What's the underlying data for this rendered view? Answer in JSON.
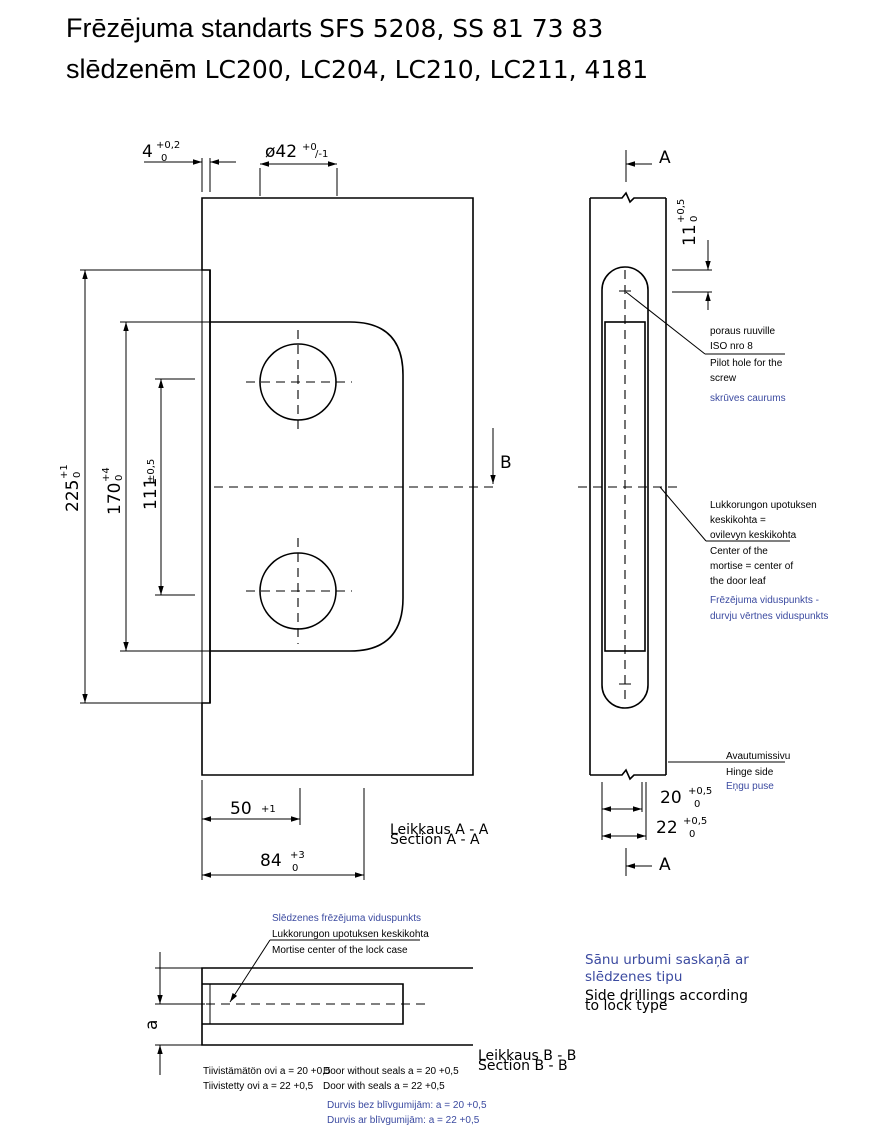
{
  "title": {
    "line1_bold": "Frēzējuma standarts",
    "line1_code": "SFS 5208, SS 81 73 83",
    "line2_bold": "slēdzenēm",
    "line2_code": "LC200, LC204, LC210, LC211, 4181"
  },
  "front_view": {
    "dim_4_base": "4",
    "dim_4_tol_up": "+0,2",
    "dim_4_tol_low": "0",
    "dim_42_base": "ø42",
    "dim_42_tol_up": "+0",
    "dim_42_tol_low": "/-1",
    "dim_225_base": "225",
    "dim_225_tol_up": "+1",
    "dim_225_tol_low": "0",
    "dim_170_base": "170",
    "dim_170_tol_up": "+4",
    "dim_170_tol_low": "0",
    "dim_111": "111",
    "dim_111_tol": "±0,5",
    "dim_50": "50",
    "dim_50_tol": "+1",
    "dim_84_base": "84",
    "dim_84_tol_up": "+3",
    "dim_84_tol_low": "0",
    "marker_b": "B",
    "section_aa_fi": "Leikkaus  A  -  A",
    "section_aa_en": "Section  A  -  A"
  },
  "side_view": {
    "marker_a_top": "A",
    "marker_a_bottom": "A",
    "dim_11_base": "11",
    "dim_11_tol_up": "+0,5",
    "dim_11_tol_low": "0",
    "dim_20_base": "20",
    "dim_20_tol_up": "+0,5",
    "dim_20_tol_low": "0",
    "dim_22_base": "22",
    "dim_22_tol_up": "+0,5",
    "dim_22_tol_low": "0",
    "pilot_notes": [
      "poraus ruuville",
      "ISO nro 8",
      "Pilot hole for the",
      "screw"
    ],
    "pilot_note_lv": "skrūves caurums",
    "center_notes": [
      "Lukkorungon upotuksen",
      "keskikohta =",
      "ovilevyn keskikohta",
      "Center of the",
      "mortise = center of",
      "the door leaf"
    ],
    "center_notes_lv": [
      "Frēzējuma viduspunkts -",
      "durvju vērtnes viduspunkts"
    ],
    "hinge_notes": [
      "Avautumissivu",
      "Hinge side"
    ],
    "hinge_note_lv": "Eņgu puse"
  },
  "section_bb": {
    "note_lv": "Slēdzenes frēzējuma viduspunkts",
    "note_fi": "Lukkorungon upotuksen keskikohta",
    "note_en": "Mortise center of the lock case",
    "dim_a": "a",
    "seal_fi_1": "Tiivistämätön ovi a = 20 +0,5",
    "seal_en_1": "Door without seals a = 20 +0,5",
    "seal_fi_2": "Tiivistetty ovi a = 22 +0,5",
    "seal_en_2": "Door with seals a = 22 +0,5",
    "seal_lv_1": "Durvis bez blīvgumijām: a = 20 +0,5",
    "seal_lv_2": "Durvis ar blīvgumijām: a = 22 +0,5",
    "section_bb_fi": "Leikkaus  B  -  B",
    "section_bb_en": "Section  B  -  B"
  },
  "side_drillings": {
    "lv_1": "Sānu urbumi saskaņā ar",
    "lv_2": "slēdzenes tipu",
    "en_1": "Side drillings according",
    "en_2": "to lock type"
  },
  "colors": {
    "line": "#000000",
    "annotation_blue": "#3b4aa0",
    "background": "#ffffff"
  }
}
